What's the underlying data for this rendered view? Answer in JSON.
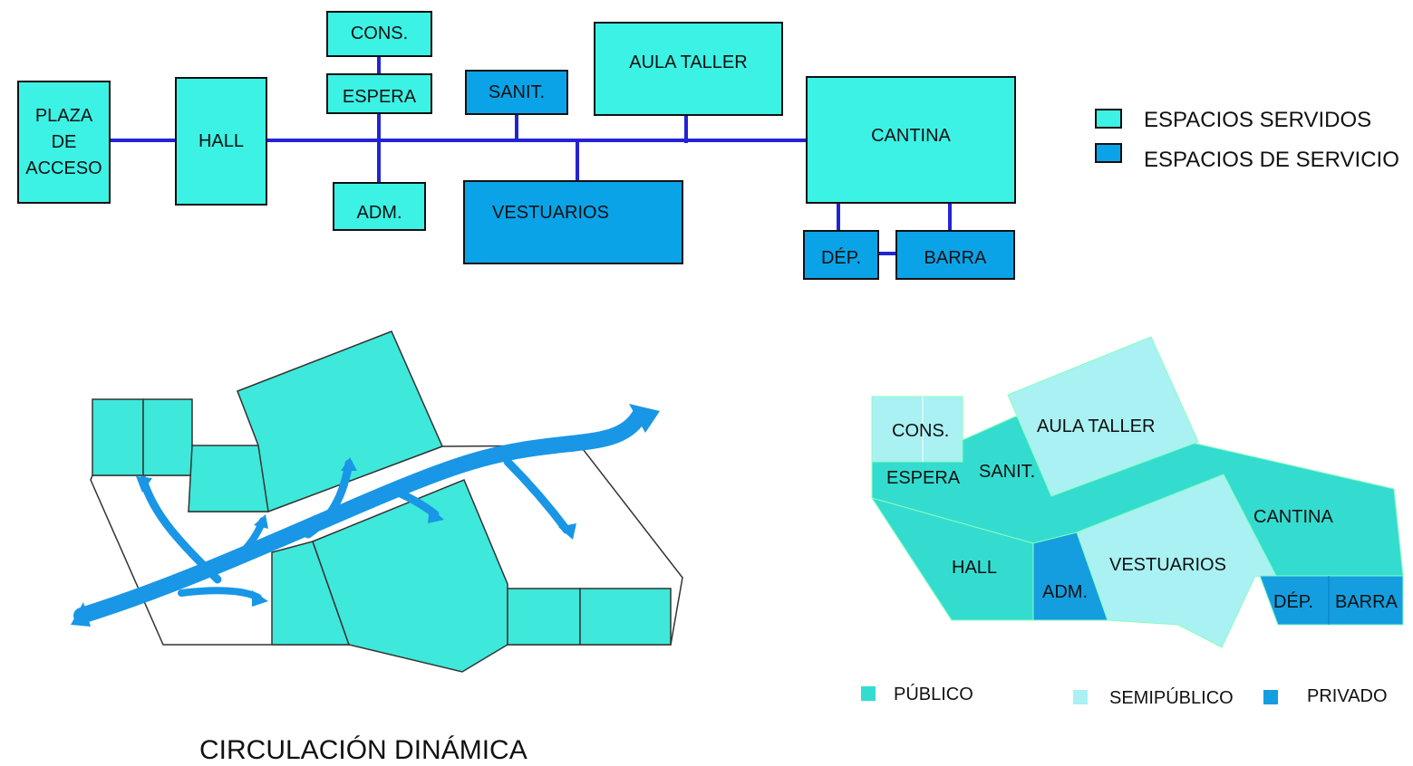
{
  "colors": {
    "served": "#3cf2e4",
    "service": "#0aa3e8",
    "link": "#2323d6",
    "publico": "#34dcd0",
    "semipublico": "#a9f1f3",
    "privado": "#149ee0",
    "arrow": "#1996e6"
  },
  "top_diagram": {
    "nodes": {
      "plaza": "PLAZA\nDE\nACCESO",
      "hall": "HALL",
      "cons": "CONS.",
      "espera": "ESPERA",
      "adm": "ADM.",
      "sanit": "SANIT.",
      "vestuarios": "VESTUARIOS",
      "aula_taller": "AULA TALLER",
      "cantina": "CANTINA",
      "dep": "DÉP.",
      "barra": "BARRA"
    },
    "legend": {
      "served": "ESPACIOS SERVIDOS",
      "service": "ESPACIOS DE SERVICIO"
    }
  },
  "zoning_plan": {
    "labels": {
      "cons": "CONS.",
      "aula_taller": "AULA TALLER",
      "espera": "ESPERA",
      "sanit": "SANIT.",
      "cantina": "CANTINA",
      "hall": "HALL",
      "vestuarios": "VESTUARIOS",
      "adm": "ADM.",
      "dep": "DÉP.",
      "barra": "BARRA"
    },
    "legend": {
      "publico": "PÚBLICO",
      "semipublico": "SEMIPÚBLICO",
      "privado": "PRIVADO"
    }
  },
  "circulation": {
    "caption": "CIRCULACIÓN DINÁMICA"
  }
}
